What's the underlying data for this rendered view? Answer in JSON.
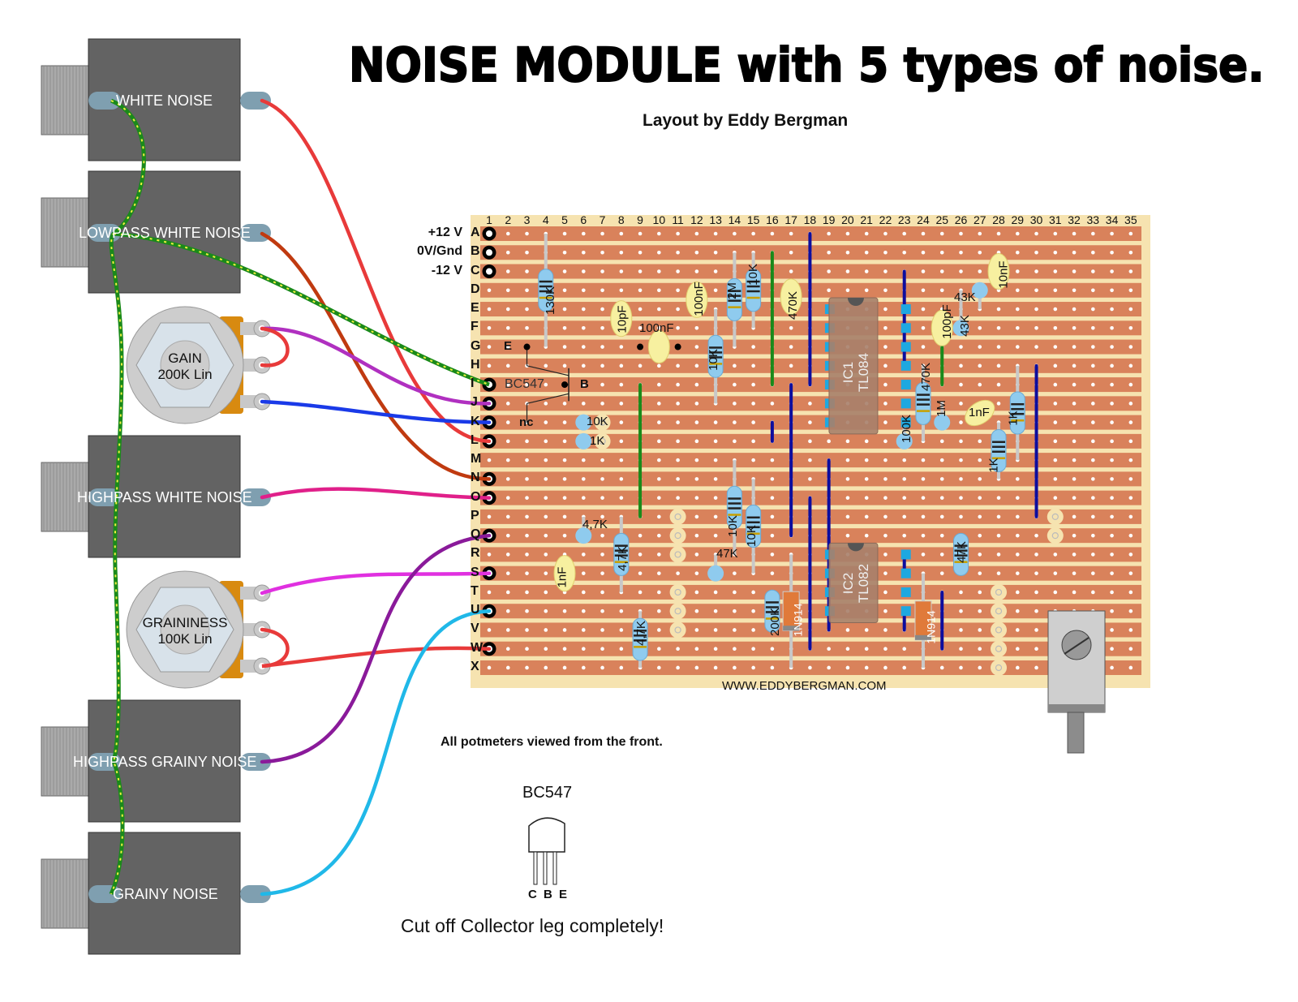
{
  "header": {
    "title": "NOISE MODULE with 5 types of noise.",
    "subtitle": "Layout by Eddy Bergman"
  },
  "board": {
    "columns": [
      "1",
      "2",
      "3",
      "4",
      "5",
      "6",
      "7",
      "8",
      "9",
      "10",
      "11",
      "12",
      "13",
      "14",
      "15",
      "16",
      "17",
      "18",
      "19",
      "20",
      "21",
      "22",
      "23",
      "24",
      "25",
      "26",
      "27",
      "28",
      "29",
      "30",
      "31",
      "32",
      "33",
      "34",
      "35"
    ],
    "rows": [
      "A",
      "B",
      "C",
      "D",
      "E",
      "F",
      "G",
      "H",
      "I",
      "J",
      "K",
      "L",
      "M",
      "N",
      "O",
      "P",
      "Q",
      "R",
      "S",
      "T",
      "U",
      "V",
      "W",
      "X"
    ],
    "rails": [
      {
        "row": "A",
        "label": "+12 V"
      },
      {
        "row": "B",
        "label": "0V/Gnd"
      },
      {
        "row": "C",
        "label": "-12 V"
      }
    ],
    "website": "WWW.EDDYBERGMAN.COM",
    "colors": {
      "strip": "#d9825b",
      "board": "#f6e3b0",
      "jumper_blue": "#0d0d9e",
      "jumper_green": "#1a8a1a"
    }
  },
  "jacks": [
    {
      "label": "WHITE NOISE"
    },
    {
      "label": "LOWPASS WHITE NOISE"
    },
    {
      "label": "HIGHPASS WHITE NOISE"
    },
    {
      "label": "HIGHPASS GRAINY NOISE"
    },
    {
      "label": "GRAINY NOISE"
    }
  ],
  "pots": [
    {
      "name": "GAIN",
      "value": "200K Lin"
    },
    {
      "name": "GRAININESS",
      "value": "100K Lin"
    }
  ],
  "components": {
    "transistor": {
      "label": "BC547",
      "e": "E",
      "b": "B",
      "nc": "nc"
    },
    "ic1": {
      "ref": "IC1",
      "part": "TL084"
    },
    "ic2": {
      "ref": "IC2",
      "part": "TL082"
    },
    "labels": {
      "r130k": "130K",
      "c10pf": "10pF",
      "c100nf_a": "100nF",
      "c100nf_b": "100nF",
      "r10k_a": "10K",
      "r2m": "2M",
      "r10k_b": "10K",
      "r470k_a": "470K",
      "r10k_c": "10K",
      "r1k_a": "1K",
      "c100pf": "100pF",
      "r43k_a": "43K",
      "r43k_b": "43K",
      "c10nf": "10nF",
      "r470k_b": "470K",
      "r100k": "100K",
      "r1m": "1M",
      "c1nf_a": "1nF",
      "r1k_b": "1K",
      "r1k_c": "1K",
      "r47k_v": "4,7K",
      "r47k_a": "4,7K",
      "r47k_b": "4,7K",
      "c1nf_b": "1nF",
      "r10k_d": "10K",
      "r10k_e": "10K",
      "r47k": "47K",
      "r200k": "200K",
      "d1": "1N914",
      "d2": "1N914",
      "r47k_c": "47K"
    }
  },
  "notes": {
    "potmeters": "All potmeters viewed from the front.",
    "bc547_title": "BC547",
    "bc547_pins": "C B E",
    "warning": "Cut off Collector leg completely!"
  }
}
